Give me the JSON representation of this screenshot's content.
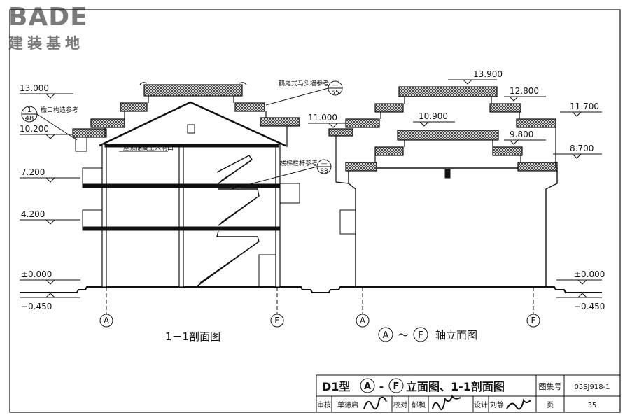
{
  "logo": {
    "brand": "BADE",
    "cn": "建装基地"
  },
  "section_view": {
    "caption": "1－1剖面图",
    "levels": [
      "13.000",
      "10.200",
      "7.200",
      "4.200",
      "±0.000",
      "−0.450"
    ],
    "axes": [
      "A",
      "E"
    ],
    "ref_eave": {
      "text": "檐口构造参考",
      "num": "1",
      "den": "48"
    },
    "attic_note": "屋顶储藏上人洞口",
    "stair_note": {
      "text": "楼梯栏杆参考",
      "num": "—",
      "den": "88"
    },
    "wall_note": {
      "text": "鹤尾式马头墙参考",
      "num": "—",
      "den": "55"
    }
  },
  "elevation_view": {
    "caption": "轴立面图",
    "axis_from": "A",
    "axis_to": "F",
    "sep": "～",
    "levels_left": [
      "11.000"
    ],
    "levels_right": [
      "11.700",
      "8.700",
      "±0.000",
      "−0.450"
    ],
    "levels_top": [
      "13.900",
      "12.800",
      "10.900",
      "9.800"
    ],
    "axes": [
      "A",
      "F"
    ]
  },
  "title_block": {
    "title_pre": "D1型",
    "title_ax1": "A",
    "title_dash": "-",
    "title_ax2": "F",
    "title_post": "立面图、1-1剖面图",
    "atlas_label": "图集号",
    "atlas_no": "05SJ918-1",
    "review_label": "审核",
    "reviewer": "单德启",
    "check_label": "校对",
    "checker": "郁枫",
    "design_label": "设计",
    "designer": "刘静",
    "page_label": "页",
    "page_no": "35"
  }
}
